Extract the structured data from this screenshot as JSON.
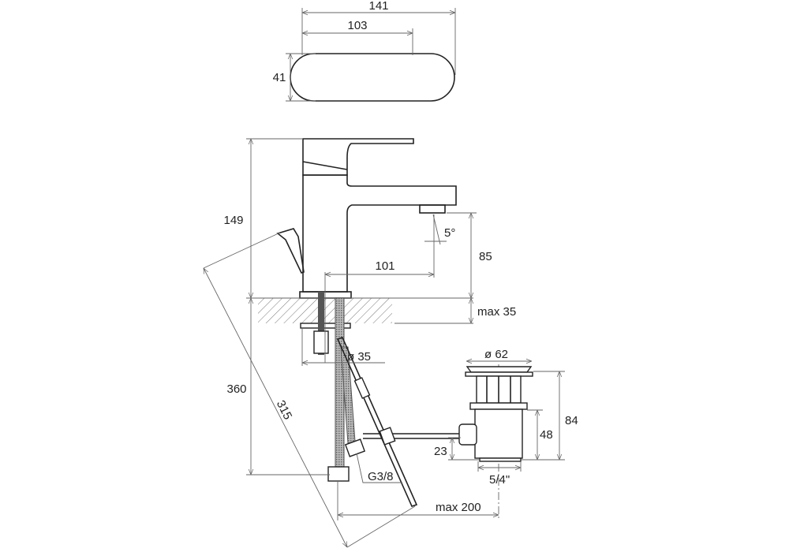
{
  "top_view": {
    "width_overall": "141",
    "width_inner": "103",
    "depth": "41"
  },
  "side_view": {
    "height_total": "149",
    "spout_height": "85",
    "counter_thickness": "max 35",
    "spout_reach": "101",
    "spout_angle": "5°",
    "hose_length": "360",
    "rod_length": "315",
    "hole_diameter": "ø 35",
    "hose_thread": "G3/8",
    "drain_distance": "max 200"
  },
  "drain": {
    "cap_diameter": "ø 62",
    "height_total": "84",
    "body_height": "48",
    "outlet_height": "23",
    "thread": "5/4\""
  }
}
